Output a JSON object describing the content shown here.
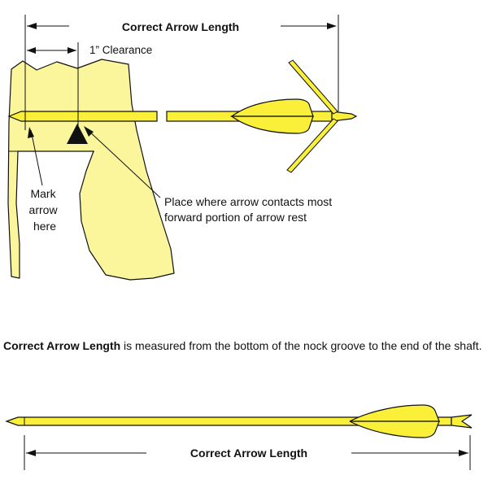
{
  "top_figure": {
    "correct_length_label": "Correct Arrow Length",
    "clearance_label": "1” Clearance",
    "mark_label_lines": [
      "Mark",
      "arrow",
      "here"
    ],
    "contact_label_lines": [
      "Place where arrow contacts most",
      "forward portion of arrow rest"
    ]
  },
  "description": {
    "bold": "Correct Arrow Length",
    "rest": " is measured from the bottom of the nock groove to the end of the shaft."
  },
  "bottom_figure": {
    "correct_length_label": "Correct Arrow Length"
  },
  "colors": {
    "riser_fill": "#fbf59b",
    "arrow_fill": "#faf03a",
    "outline": "#111111"
  }
}
